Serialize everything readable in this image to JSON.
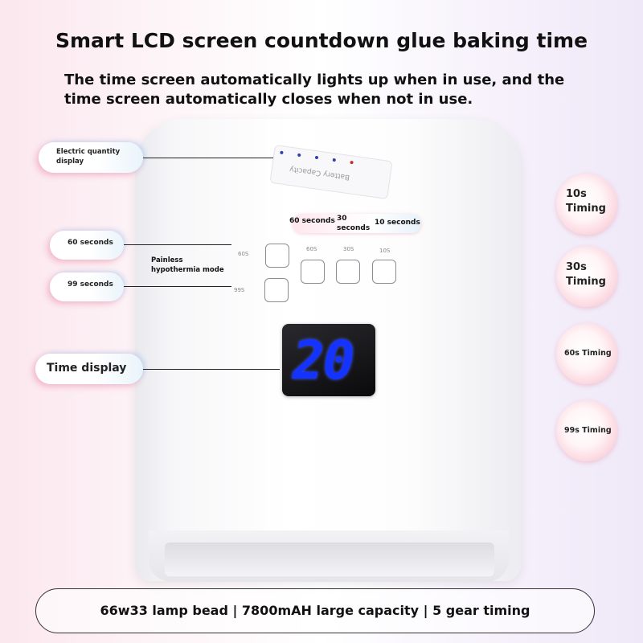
{
  "title": "Smart LCD screen countdown glue baking time",
  "subtitle": "The time screen automatically lights up when in use, and the time screen automatically closes when not in use.",
  "device": {
    "battery_label": "Battery Capacity",
    "display_value": "20",
    "button_labels": {
      "sixty": "60S",
      "thirty": "30S",
      "ten": "10S",
      "painless_60": "60S",
      "painless_99": "99S"
    }
  },
  "callouts": {
    "electric_quantity": "Electric quantity display",
    "sixty_seconds_left": "60 seconds",
    "ninety_nine_seconds": "99 seconds",
    "painless_mode": "Painless hypothermia mode",
    "time_display": "Time display",
    "top_sixty": "60 seconds",
    "top_thirty": "30 seconds",
    "top_ten": "10 seconds"
  },
  "timing_circles": [
    "10s Timing",
    "30s Timing",
    "60s Timing",
    "99s Timing"
  ],
  "footer": "66w33 lamp bead | 7800mAH large capacity | 5 gear timing",
  "colors": {
    "display_digits": "#1533ff",
    "accent_pink": "#f4b4c2"
  }
}
